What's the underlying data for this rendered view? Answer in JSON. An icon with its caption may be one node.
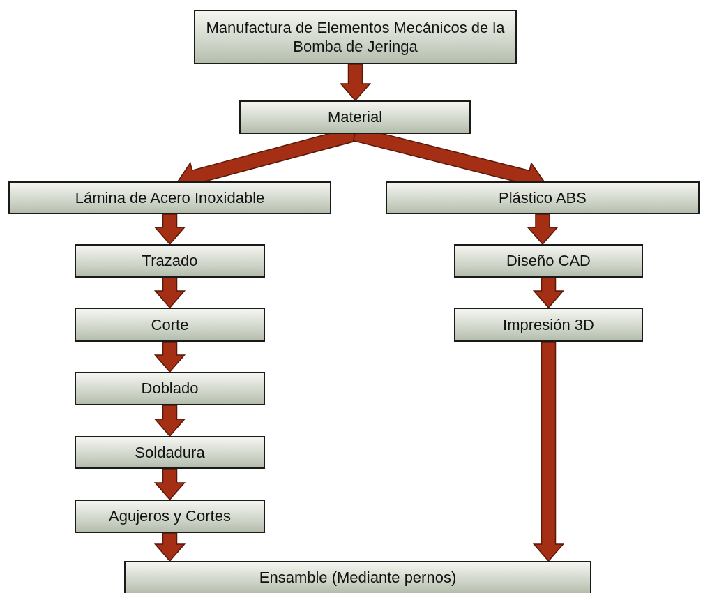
{
  "diagram": {
    "nodes": [
      {
        "text": [
          "Manufactura de Elementos Mecánicos de la Bomba de Jeringa"
        ]
      },
      {
        "text": [
          "Material"
        ]
      },
      {
        "text": [
          "Lámina de Acero Inoxidable"
        ]
      },
      {
        "text": [
          "Plástico ABS"
        ]
      },
      {
        "text": [
          "Trazado"
        ]
      },
      {
        "text": [
          "Diseño CAD"
        ]
      },
      {
        "text": [
          "Corte"
        ]
      },
      {
        "text": [
          "Impresión 3D"
        ]
      },
      {
        "text": [
          "Doblado"
        ]
      },
      {
        "text": [
          "Soldadura"
        ]
      },
      {
        "text": [
          "Agujeros y Cortes"
        ]
      },
      {
        "text": [
          "Ensamble (Mediante pernos)"
        ]
      }
    ],
    "edges": [
      {
        "from": 0,
        "to": 1,
        "arrow": "to"
      },
      {
        "from": 1,
        "to": 2,
        "arrow": "to"
      },
      {
        "from": 1,
        "to": 3,
        "arrow": "to"
      },
      {
        "from": 2,
        "to": 4,
        "arrow": "to"
      },
      {
        "from": 4,
        "to": 6,
        "arrow": "to"
      },
      {
        "from": 6,
        "to": 8,
        "arrow": "to"
      },
      {
        "from": 8,
        "to": 9,
        "arrow": "to"
      },
      {
        "from": 9,
        "to": 10,
        "arrow": "to"
      },
      {
        "from": 10,
        "to": 11,
        "arrow": "to"
      },
      {
        "from": 3,
        "to": 5,
        "arrow": "to"
      },
      {
        "from": 5,
        "to": 7,
        "arrow": "to"
      },
      {
        "from": 7,
        "to": 11,
        "arrow": "to"
      }
    ]
  }
}
